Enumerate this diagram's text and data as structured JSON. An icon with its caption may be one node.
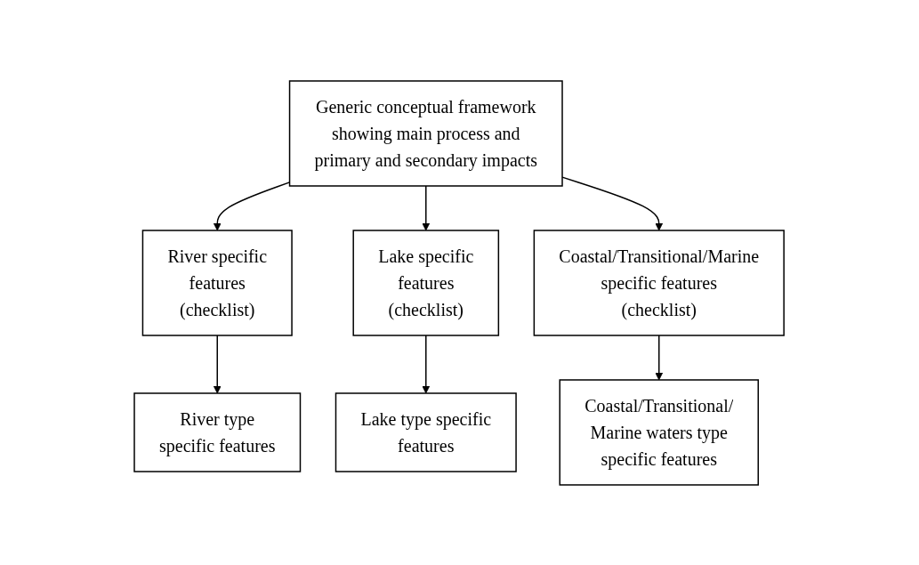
{
  "diagram": {
    "nodes": [
      {
        "text": [
          "Generic conceptual framework showing main process and primary and secondary impacts"
        ]
      },
      {
        "text": [
          "River specific features (checklist)"
        ]
      },
      {
        "text": [
          "Lake specific features (checklist)"
        ]
      },
      {
        "text": [
          "Coastal/Transitional/Marine specific features (checklist)"
        ]
      },
      {
        "text": [
          "River type specific features"
        ]
      },
      {
        "text": [
          "Lake type specific features"
        ]
      },
      {
        "text": [
          "Coastal/Transitional/ Marine waters type specific features"
        ]
      }
    ],
    "edges": [
      {
        "from": 0,
        "to": 1,
        "arrow": "to"
      },
      {
        "from": 0,
        "to": 2,
        "arrow": "to"
      },
      {
        "from": 0,
        "to": 3,
        "arrow": "to"
      },
      {
        "from": 1,
        "to": 4,
        "arrow": "to"
      },
      {
        "from": 2,
        "to": 5,
        "arrow": "to"
      },
      {
        "from": 3,
        "to": 6,
        "arrow": "to"
      }
    ]
  }
}
